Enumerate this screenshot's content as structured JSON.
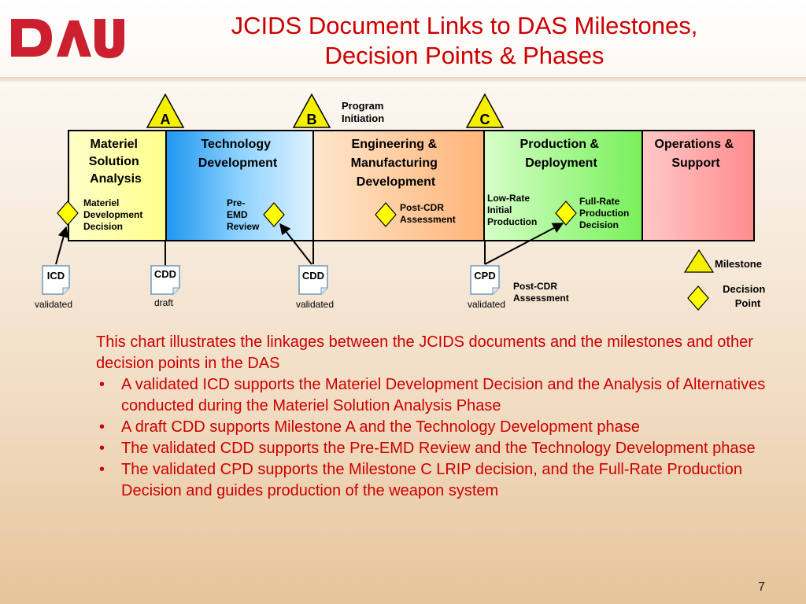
{
  "slide": {
    "title_line1": "JCIDS Document Links to DAS Milestones,",
    "title_line2": "Decision Points & Phases",
    "page_number": "7",
    "logo_text": "DAU"
  },
  "diagram": {
    "milestones": [
      "A",
      "B",
      "C"
    ],
    "program_initiation": [
      "Program",
      "Initiation"
    ],
    "phases": [
      {
        "lines": [
          "Materiel",
          "Solution",
          "Analysis"
        ],
        "color": "#ffffa0"
      },
      {
        "lines": [
          "Technology",
          "Development"
        ],
        "color": "#3aa9f5"
      },
      {
        "lines": [
          "Engineering &",
          "Manufacturing",
          "Development"
        ],
        "color": "#ffc896"
      },
      {
        "lines": [
          "Production &",
          "Deployment"
        ],
        "color": "#96f582"
      },
      {
        "lines": [
          "Operations &",
          "Support"
        ],
        "color": "#ff9696"
      }
    ],
    "decision_points": [
      [
        "Materiel",
        "Development",
        "Decision"
      ],
      [
        "Pre-",
        "EMD",
        "Review"
      ],
      [
        "Post-CDR",
        "Assessment"
      ],
      [
        "Low-Rate",
        "Initial",
        "Production"
      ],
      [
        "Full-Rate",
        "Production",
        "Decision"
      ]
    ],
    "documents": [
      {
        "name": "ICD",
        "status": "validated"
      },
      {
        "name": "CDD",
        "status": "draft"
      },
      {
        "name": "CDD",
        "status": "validated"
      },
      {
        "name": "CPD",
        "status": "validated"
      }
    ],
    "post_cdr_note": [
      "Post-CDR",
      "Assessment"
    ],
    "legend": {
      "milestone": "Milestone",
      "decision_point": [
        "Decision",
        "Point"
      ]
    },
    "colors": {
      "milestone_fill": "#f5f000",
      "diamond_fill": "#ffff00",
      "title": "#cc0000"
    }
  },
  "text": {
    "intro": "This chart illustrates the linkages between the JCIDS documents and the milestones and other decision points in the DAS",
    "bullets": [
      "A validated ICD supports the Materiel Development Decision and the Analysis of Alternatives conducted during the Materiel Solution Analysis Phase",
      "A draft CDD supports Milestone A and the Technology Development phase",
      "The validated CDD supports the Pre-EMD Review and the Technology Development phase",
      "The validated CPD supports the Milestone C LRIP decision, and the Full-Rate Production Decision and guides production of the weapon system"
    ]
  }
}
